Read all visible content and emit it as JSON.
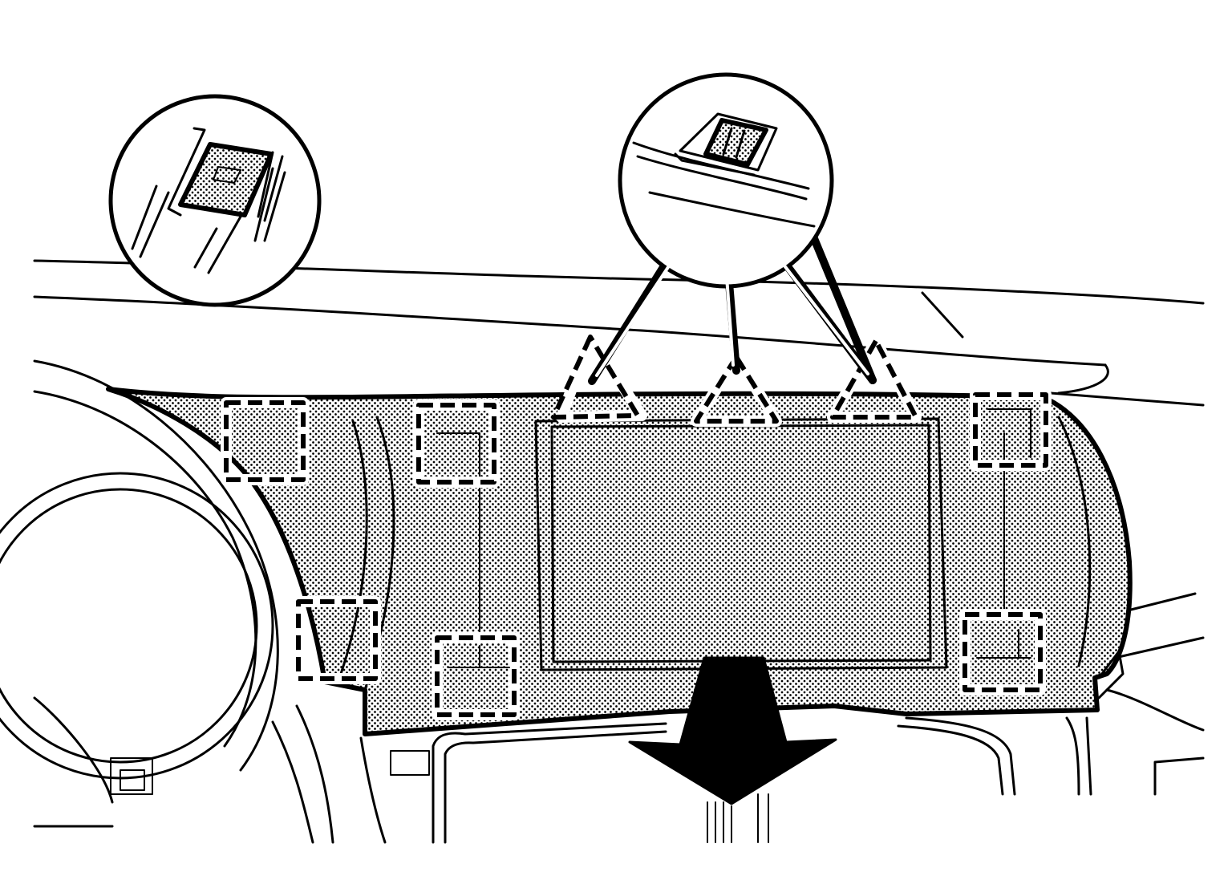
{
  "diagram": {
    "callouts": [
      {
        "name": "clip-detail-callout",
        "clip_shape": "square"
      },
      {
        "name": "retainer-detail-callout",
        "clip_shape": "triangle"
      }
    ],
    "arrow": {
      "direction": "down",
      "color": "#000000"
    },
    "colors": {
      "ink": "#000000",
      "paper": "#ffffff",
      "stipple": "#000000"
    },
    "square_clip_count": 8,
    "triangle_retainer_count": 3
  }
}
